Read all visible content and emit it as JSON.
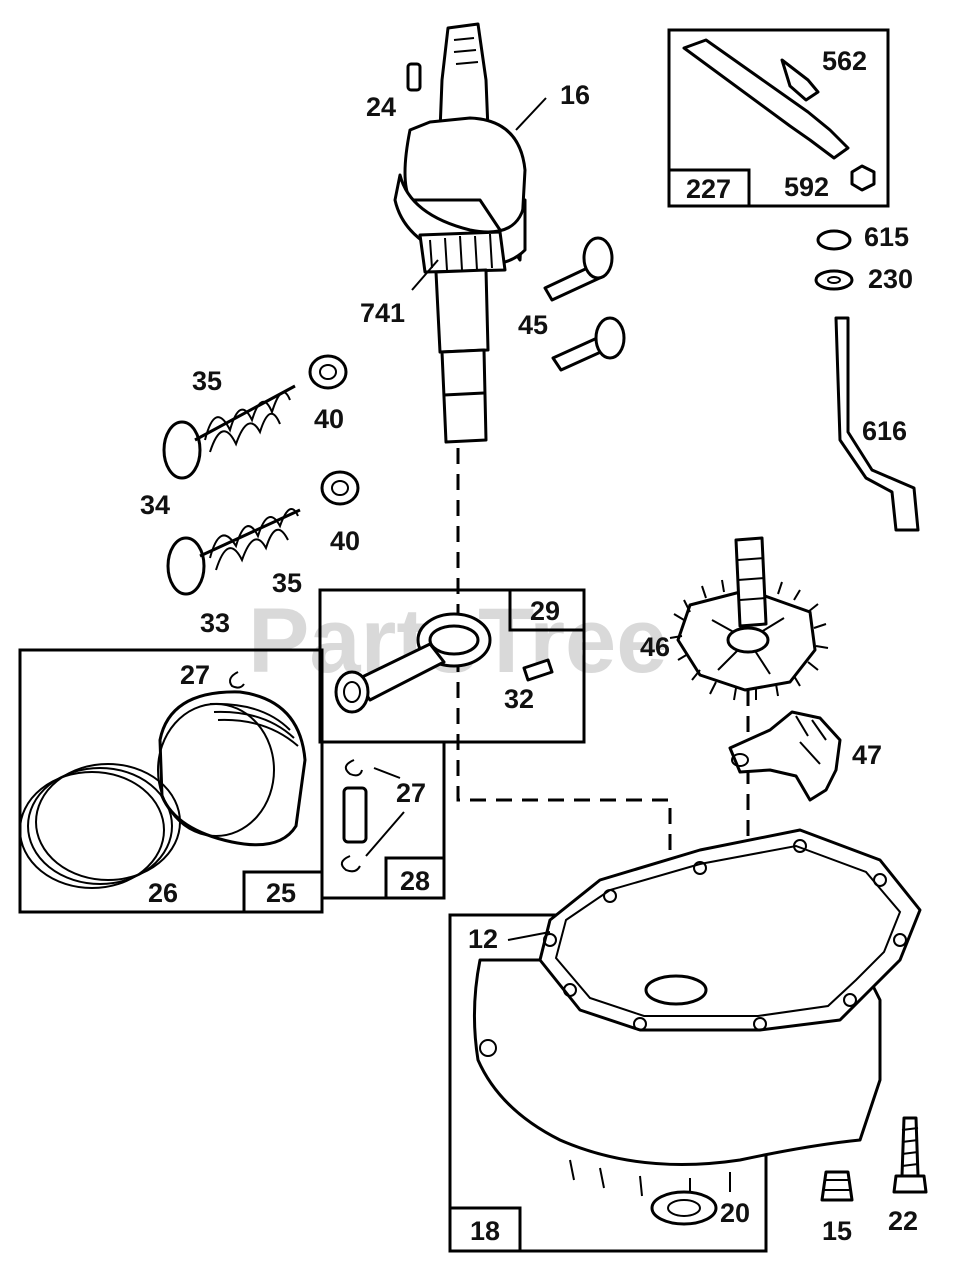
{
  "watermark": "PartsTree",
  "callouts": {
    "c16": "16",
    "c24": "24",
    "c741": "741",
    "c45": "45",
    "c35a": "35",
    "c40a": "40",
    "c34": "34",
    "c40b": "40",
    "c35b": "35",
    "c33": "33",
    "c562": "562",
    "c592": "592",
    "c615": "615",
    "c230": "230",
    "c616": "616",
    "c46": "46",
    "c47": "47",
    "c27a": "27",
    "c32": "32",
    "c27b": "27",
    "c26": "26",
    "c12": "12",
    "c20": "20",
    "c15": "15",
    "c22": "22"
  },
  "box_labels": {
    "b227": "227",
    "b29": "29",
    "b25": "25",
    "b28": "28",
    "b18": "18"
  }
}
